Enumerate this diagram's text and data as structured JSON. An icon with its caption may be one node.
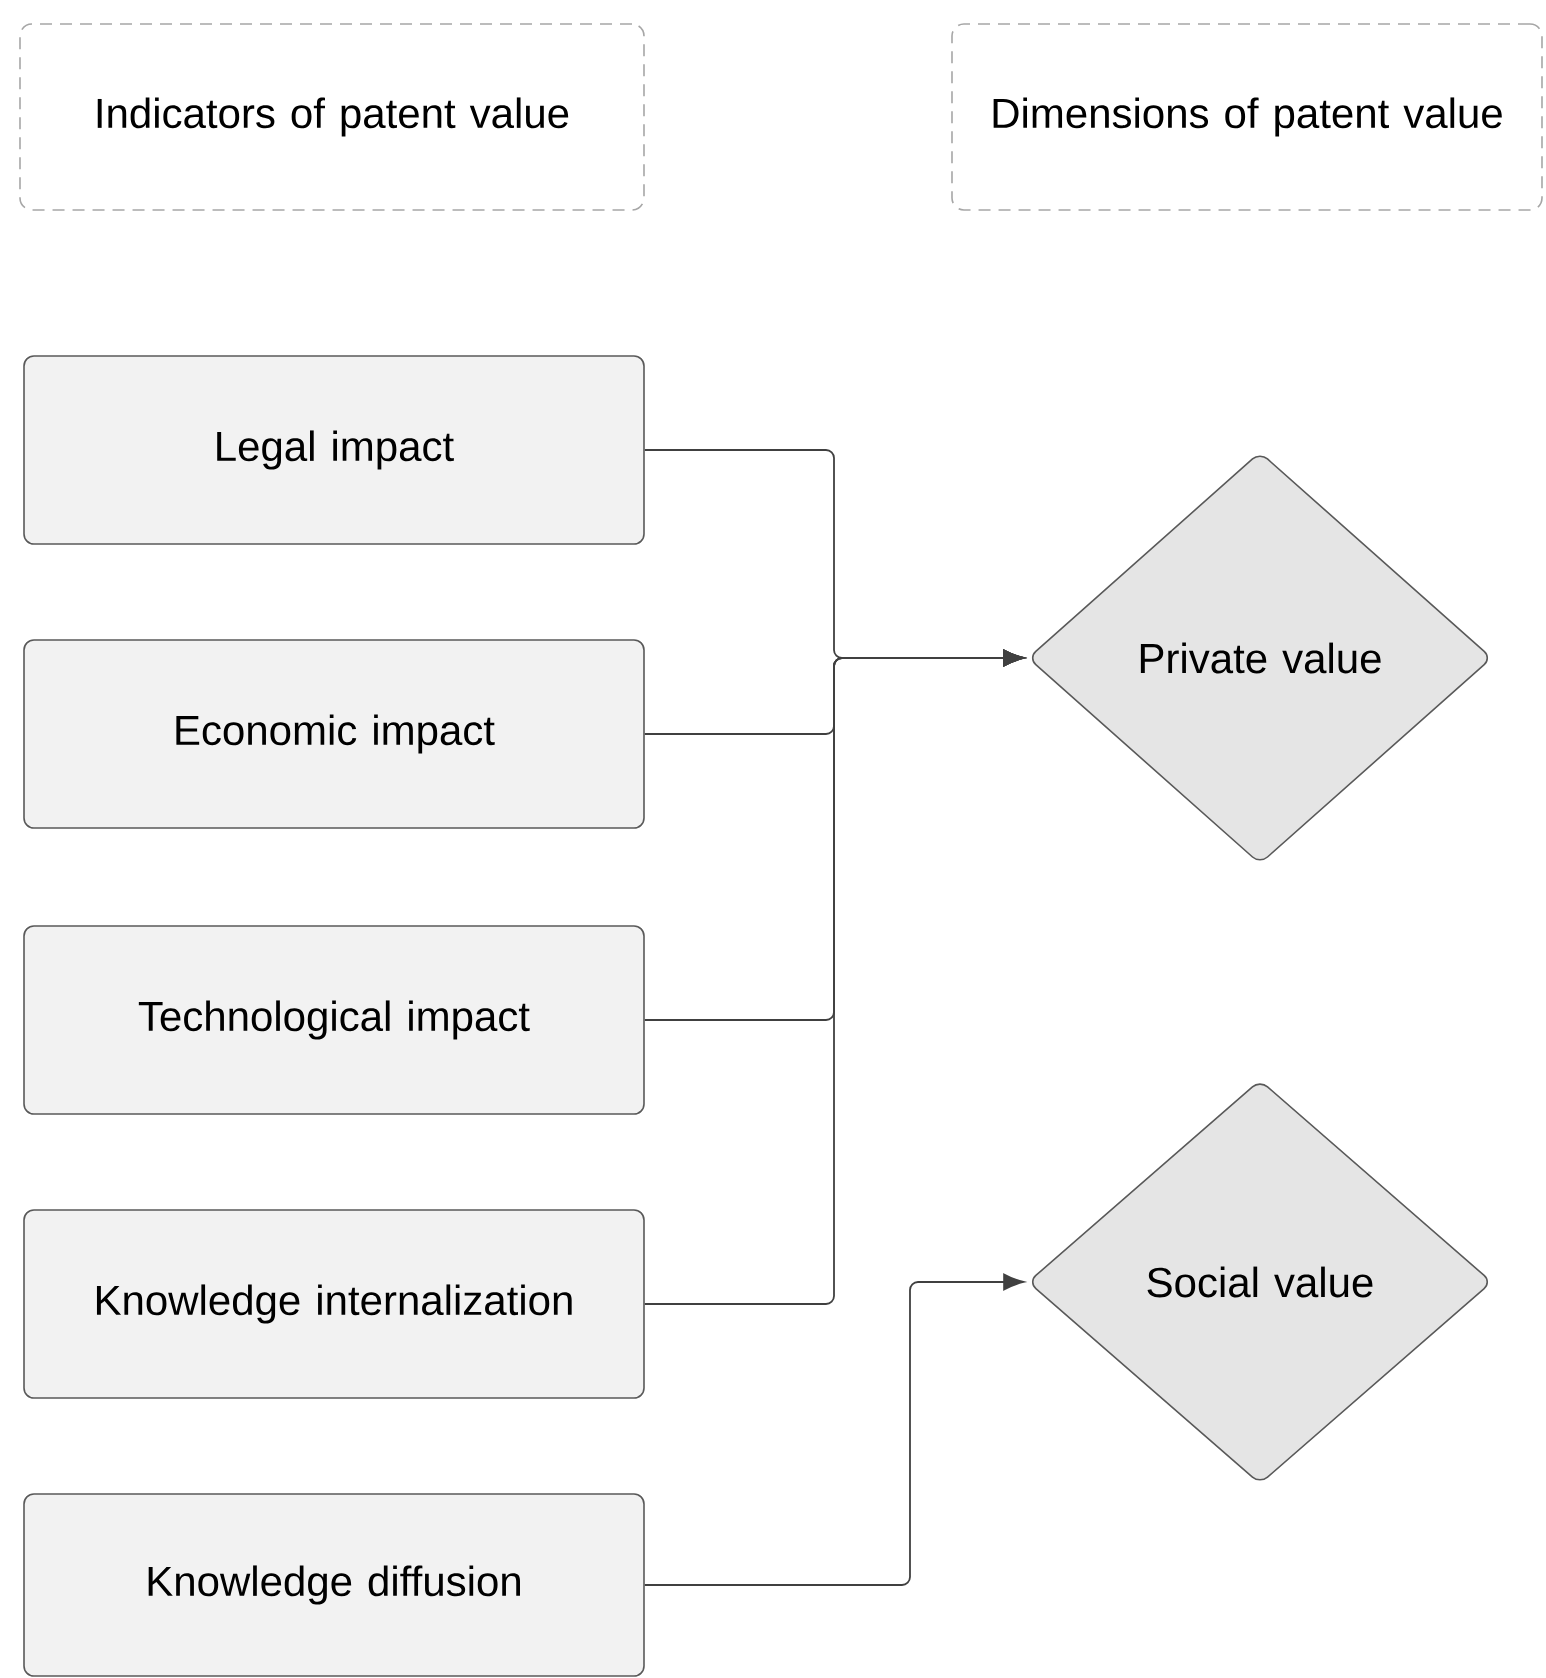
{
  "diagram": {
    "nodes": [
      {
        "text": [
          "Indicators of patent value"
        ]
      },
      {
        "text": [
          "Dimensions of patent value"
        ]
      },
      {
        "text": [
          "Legal impact"
        ]
      },
      {
        "text": [
          "Economic impact"
        ]
      },
      {
        "text": [
          "Technological impact"
        ]
      },
      {
        "text": [
          "Knowledge internalization"
        ]
      },
      {
        "text": [
          "Knowledge diffusion"
        ]
      },
      {
        "text": [
          "Private value"
        ]
      },
      {
        "text": [
          "Social value"
        ]
      }
    ],
    "edges": [
      {
        "from": 2,
        "to": 7,
        "arrow": "to"
      },
      {
        "from": 3,
        "to": 7,
        "arrow": "to"
      },
      {
        "from": 4,
        "to": 7,
        "arrow": "to"
      },
      {
        "from": 5,
        "to": 7,
        "arrow": "to"
      },
      {
        "from": 6,
        "to": 8,
        "arrow": "to"
      }
    ]
  }
}
